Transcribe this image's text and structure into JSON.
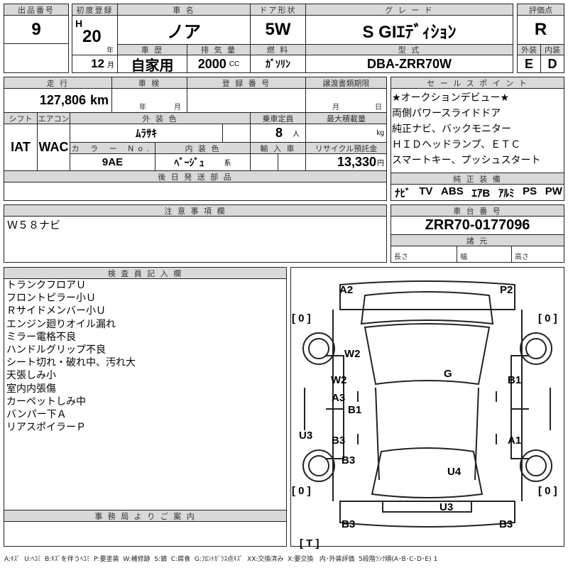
{
  "lot": {
    "label": "出品番号",
    "value": "9"
  },
  "first_reg": {
    "label": "初度登録",
    "era": "H",
    "year": "20",
    "year_unit": "年",
    "month": "12",
    "month_unit": "月"
  },
  "car_name": {
    "label": "車 名",
    "value": "ノア"
  },
  "doors": {
    "label": "ドア形状",
    "value": "5W"
  },
  "grade": {
    "label": "グ レ ー ド",
    "value": "S GIｴﾃﾞｨｼｮﾝ"
  },
  "history": {
    "label": "車 歴",
    "value": "自家用"
  },
  "displacement": {
    "label": "排 気 量",
    "value": "2000",
    "unit": "CC"
  },
  "fuel": {
    "label": "燃 料",
    "value": "ｶﾞｿﾘﾝ"
  },
  "model_code": {
    "label": "型 式",
    "value": "DBA-ZRR70W"
  },
  "score": {
    "label": "評価点",
    "value": "R",
    "ext_label": "外装",
    "int_label": "内装",
    "ext": "E",
    "int": "D"
  },
  "mileage": {
    "label": "走 行",
    "value": "127,806",
    "unit": "km"
  },
  "inspection": {
    "label": "車 検",
    "year_unit": "年",
    "month_unit": "月"
  },
  "reg_no": {
    "label": "登 録 番 号"
  },
  "transfer": {
    "label": "譲渡書類期限",
    "month_unit": "月",
    "day_unit": "日"
  },
  "shift": {
    "label": "シフト",
    "value": "IAT"
  },
  "ac": {
    "label": "エアコン",
    "value": "WAC"
  },
  "ext_color": {
    "label": "外 装 色",
    "value": "ﾑﾗｻｷ"
  },
  "capacity": {
    "label": "乗車定員",
    "value": "8",
    "unit": "人"
  },
  "max_load": {
    "label": "最大積載量",
    "unit": "kg"
  },
  "color_no": {
    "label": "カ ラ ー No.",
    "value": "9AE"
  },
  "int_color": {
    "label": "内 装 色",
    "value": "ﾍﾞｰｼﾞｭ",
    "suffix": "系"
  },
  "import": {
    "label": "輸 入 車"
  },
  "recycle": {
    "label": "リサイクル預託金",
    "value": "13,330",
    "unit": "円"
  },
  "later_parts": {
    "label": "後 日 発 送 部 品"
  },
  "sales_points": {
    "label": "セ ー ル ス ポ イ ン ト",
    "items": [
      "★オークションデビュー★",
      "両側パワースライドドア",
      "純正ナビ、バックモニター",
      "ＨＩＤヘッドランプ、ＥＴＣ",
      "スマートキー、プッシュスタート"
    ]
  },
  "equipment": {
    "label": "純 正 装 備",
    "items": [
      "ﾅﾋﾞ",
      "TV",
      "ABS",
      "ｴｱB",
      "ｱﾙﾐ",
      "PS",
      "PW"
    ]
  },
  "notes": {
    "label": "注 意 事 項 欄",
    "value": "Ｗ５８ナビ"
  },
  "chassis": {
    "label": "車 台 番 号",
    "value": "ZRR70-0177096"
  },
  "specs": {
    "label": "諸 元",
    "length": "長さ",
    "width": "幅",
    "height": "高さ"
  },
  "inspector": {
    "label": "検 査 員 記 入 欄",
    "items": [
      "トランクフロアＵ",
      "フロントピラー小Ｕ",
      "Ｒサイドメンバー小Ｕ",
      "エンジン廻りオイル漏れ",
      "ミラー電格不良",
      "ハンドルグリップ不良",
      "シート切れ・破れ中、汚れ大",
      "天張しみ小",
      "室内内張傷",
      "カーペットしみ中",
      "バンパー下Ａ",
      "リアスポイラーＰ"
    ]
  },
  "office": {
    "label": "事 務 局 よ り ご 案 内"
  },
  "diagram": {
    "marks": [
      "A2",
      "P2",
      "[ 0 ]",
      "[ 0 ]",
      "[ 0 ]",
      "[ 0 ]",
      "W2",
      "G",
      "W2",
      "B1",
      "A3",
      "B1",
      "U3",
      "B3",
      "A1",
      "B3",
      "U4",
      "U3",
      "B3",
      "B3",
      "[ T ]"
    ]
  },
  "legend": "A:ｷｽﾞ  U:ﾍｺﾐ  B:ｷｽﾞを伴うﾍｺﾐ  P:要塗装  W:補修跡  S:錆  C:腐食  G:ﾌﾛﾝﾄｶﾞﾗｽ点ｷｽﾞ  XX:交換済み  X:要交換   内･外装評価  5段階ﾗﾝｸ順(A･B･C･D･E) 1"
}
